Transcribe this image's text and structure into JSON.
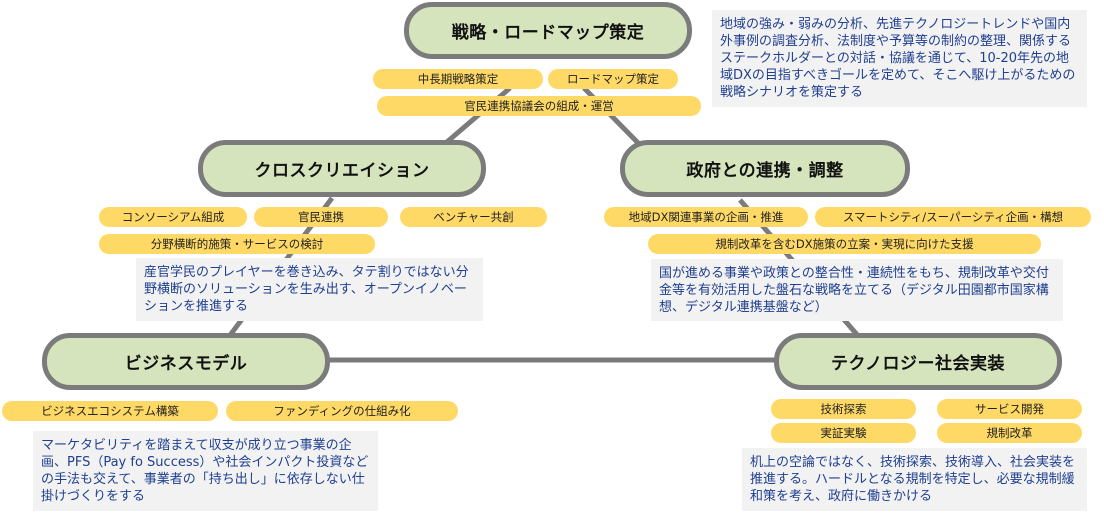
{
  "nodes": {
    "strategy": "戦略・ロードマップ策定",
    "cross": "クロスクリエイション",
    "government": "政府との連携・調整",
    "business": "ビジネスモデル",
    "technology": "テクノロジー社会実装"
  },
  "tags": {
    "mid_term": "中長期戦略策定",
    "roadmap": "ロードマップ策定",
    "council": "官民連携協議会の組成・運営",
    "consortium": "コンソーシアム組成",
    "public_private": "官民連携",
    "venture": "ベンチャー共創",
    "cross_field": "分野横断的施策・サービスの検討",
    "regional_dx": "地域DX関連事業の企画・推進",
    "smart_city": "スマートシティ/スーパーシティ企画・構想",
    "reform_support": "規制改革を含むDX施策の立案・実現に向けた支援",
    "ecosystem": "ビジネスエコシステム構築",
    "funding": "ファンディングの仕組み化",
    "tech_explore": "技術探索",
    "service_dev": "サービス開発",
    "demo": "実証実験",
    "reg_reform": "規制改革"
  },
  "descriptions": {
    "strategy": "地域の強み・弱みの分析、先進テクノロジートレンドや国内外事例の調査分析、法制度や予算等の制約の整理、関係するステークホルダーとの対話・協議を通じて、10-20年先の地域DXの目指すべきゴールを定めて、そこへ駆け上がるための戦略シナリオを策定する",
    "cross": "産官学民のプレイヤーを巻き込み、タテ割りではない分野横断のソリューションを生み出す、オープンイノベーションを推進する",
    "government": "国が進める事業や政策との整合性・連続性をもち、規制改革や交付金等を有効活用した盤石な戦略を立てる（デジタル田園都市国家構想、デジタル連携基盤など）",
    "business": "マーケタビリティを踏まえて収支が成り立つ事業の企画、PFS（Pay fo Success）や社会インパクト投資などの手法も交えて、事業者の「持ち出し」に依存しない仕掛けづくりをする",
    "technology": "机上の空論ではなく、技術探索、技術導入、社会実装を推進する。ハードルとなる規制を特定し、必要な規制緩和策を考え、政府に働きかける"
  },
  "colors": {
    "node_fill": "#d6e4bd",
    "node_border": "#7b7b7b",
    "tag_fill": "#ffd966",
    "desc_fill": "#f2f2f2",
    "desc_text": "#1f3f8f"
  }
}
